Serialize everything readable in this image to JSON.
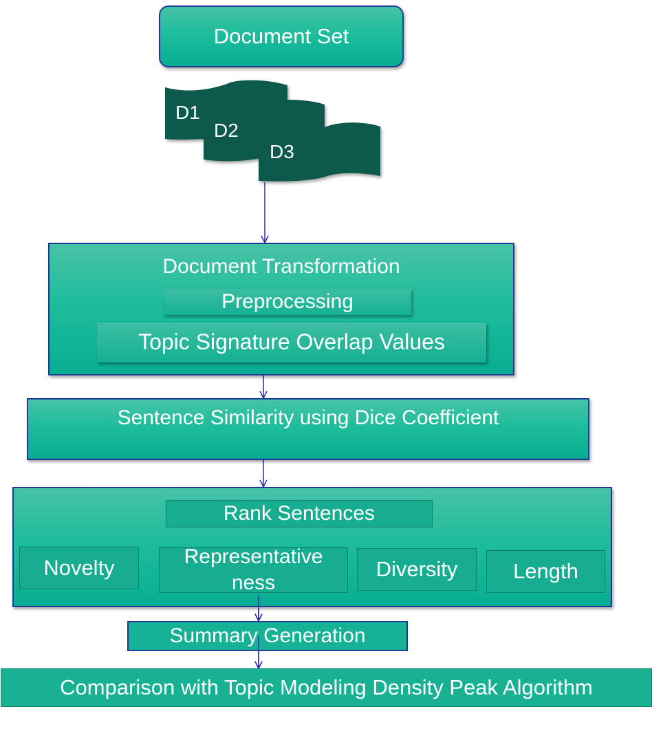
{
  "diagram": {
    "top": {
      "label": "Document Set"
    },
    "documents": [
      {
        "label": "D1"
      },
      {
        "label": "D2"
      },
      {
        "label": "D3"
      }
    ],
    "transformation": {
      "title": "Document Transformation",
      "steps": [
        {
          "label": "Preprocessing"
        },
        {
          "label": "Topic Signature Overlap Values"
        }
      ]
    },
    "similarity": {
      "label": "Sentence Similarity using Dice Coefficient"
    },
    "ranking": {
      "title": "Rank Sentences",
      "criteria": [
        {
          "label": "Novelty"
        },
        {
          "label": "Representative ness"
        },
        {
          "label": "Diversity"
        },
        {
          "label": "Length"
        }
      ]
    },
    "summary": {
      "label": "Summary Generation"
    },
    "comparison": {
      "label": "Comparison with Topic Modeling Density Peak Algorithm"
    }
  },
  "colors": {
    "box_fill": "#1ebd9c",
    "box_border": "#1f3b9a",
    "document_fill": "#0c5a4d",
    "arrow": "#2a2aa8",
    "text": "#ffffff"
  }
}
